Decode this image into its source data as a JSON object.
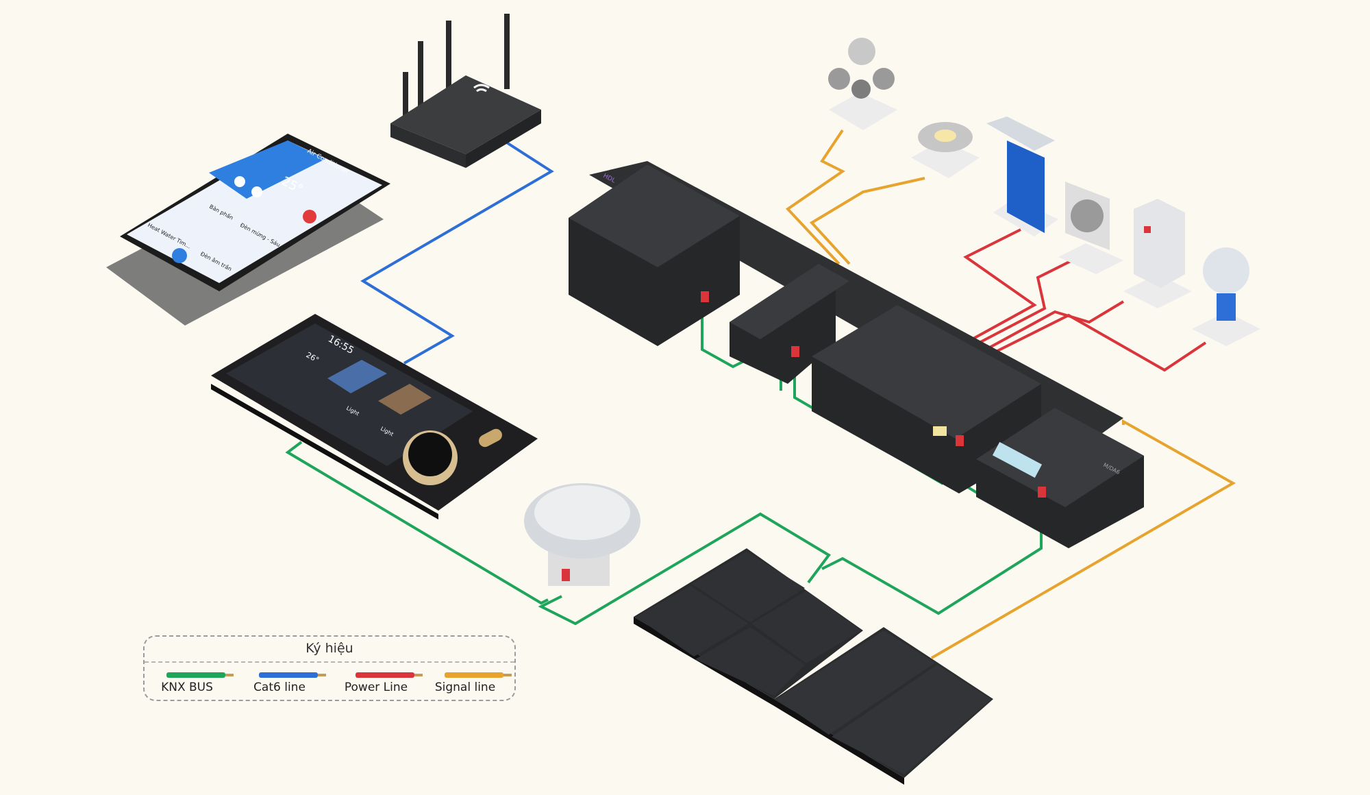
{
  "legend": {
    "title": "Ký hiệu",
    "items": [
      {
        "label": "KNX BUS",
        "color": "#1fa55b"
      },
      {
        "label": "Cat6 line",
        "color": "#2d6fd6"
      },
      {
        "label": "Power Line",
        "color": "#d9353b"
      },
      {
        "label": "Signal line",
        "color": "#e6a32e"
      }
    ]
  },
  "phone": {
    "header": "Air Conditioner",
    "temperature": "25°",
    "tiles": [
      "Bàn phấn",
      "Đèn mừng - Sáu",
      "Heat Water Tim...",
      "Đèn âm trần"
    ]
  },
  "touch_panel": {
    "time": "16:55",
    "temperature": "26°",
    "tiles": [
      "Light",
      "Light"
    ]
  },
  "modules": {
    "brand": "HDL",
    "label": "M/DA6"
  },
  "colors": {
    "knx": "#1fa55b",
    "cat6": "#2d6fd6",
    "power": "#d9353b",
    "signal": "#e6a32e"
  }
}
